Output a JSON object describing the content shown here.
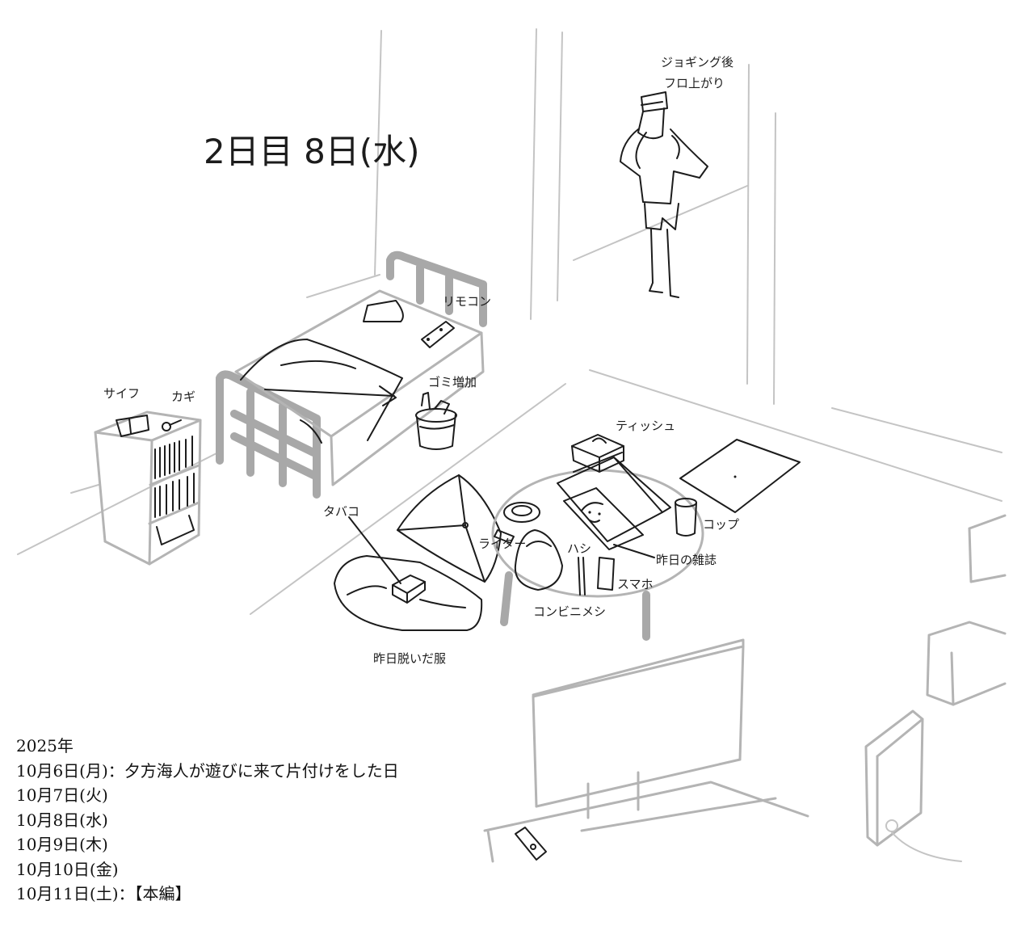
{
  "sketch": {
    "title": "2日目 8日(水)",
    "labels": {
      "jogging_line1": "ジョギング後",
      "jogging_line2": "フロ上がり",
      "remote": "リモコン",
      "trash": "ゴミ増加",
      "wallet": "サイフ",
      "keys": "カギ",
      "tissue": "ティッシュ",
      "cigarettes": "タバコ",
      "lighter": "ライター",
      "chopsticks": "ハシ",
      "cup": "コップ",
      "magazine": "昨日の雑誌",
      "phone": "スマホ",
      "convenience_food": "コンビニメシ",
      "clothes": "昨日脱いだ服"
    }
  },
  "timeline": {
    "year": "2025年",
    "entries": [
      "10月6日(月)：夕方海人が遊びに来て片付けをした日",
      "10月7日(火)",
      "10月8日(水)",
      "10月9日(木)",
      "10月10日(金)",
      "10月11日(土)：【本編】"
    ]
  }
}
